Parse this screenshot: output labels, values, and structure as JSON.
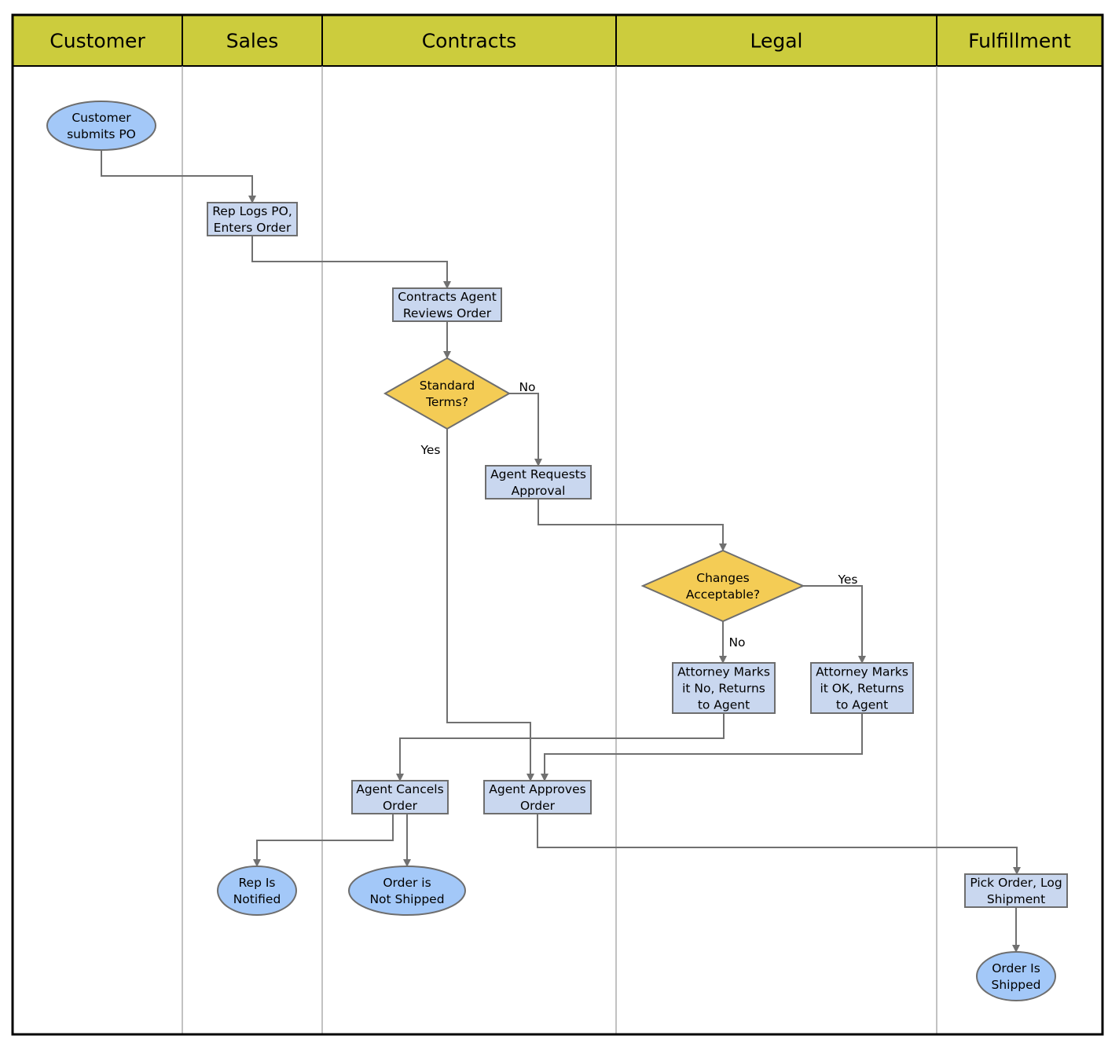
{
  "colors": {
    "header_fill": "#cccc3d",
    "process_fill": "#c9d7ef",
    "process_stroke": "#6e6e6e",
    "terminal_fill": "#a3c8f8",
    "decision_fill": "#f4cc55",
    "connector": "#707070",
    "frame": "#000000",
    "lane_divider": "#9a9a9a"
  },
  "lanes": [
    {
      "id": "customer",
      "title": "Customer"
    },
    {
      "id": "sales",
      "title": "Sales"
    },
    {
      "id": "contracts",
      "title": "Contracts"
    },
    {
      "id": "legal",
      "title": "Legal"
    },
    {
      "id": "fulfillment",
      "title": "Fulfillment"
    }
  ],
  "nodes": [
    {
      "id": "customer-submits-po",
      "shape": "terminal",
      "lane": "customer",
      "lines": [
        "Customer",
        "submits PO"
      ]
    },
    {
      "id": "rep-logs-po",
      "shape": "process",
      "lane": "sales",
      "lines": [
        "Rep Logs PO,",
        "Enters Order"
      ]
    },
    {
      "id": "contracts-agent-reviews",
      "shape": "process",
      "lane": "contracts",
      "lines": [
        "Contracts Agent",
        "Reviews Order"
      ]
    },
    {
      "id": "standard-terms",
      "shape": "decision",
      "lane": "contracts",
      "lines": [
        "Standard",
        "Terms?"
      ]
    },
    {
      "id": "agent-requests-approval",
      "shape": "process",
      "lane": "contracts",
      "lines": [
        "Agent Requests",
        "Approval"
      ]
    },
    {
      "id": "changes-acceptable",
      "shape": "decision",
      "lane": "legal",
      "lines": [
        "Changes",
        "Acceptable?"
      ]
    },
    {
      "id": "attorney-marks-no",
      "shape": "process",
      "lane": "legal",
      "lines": [
        "Attorney Marks",
        "it No, Returns",
        "to Agent"
      ]
    },
    {
      "id": "attorney-marks-ok",
      "shape": "process",
      "lane": "legal",
      "lines": [
        "Attorney Marks",
        "it OK, Returns",
        "to Agent"
      ]
    },
    {
      "id": "agent-cancels-order",
      "shape": "process",
      "lane": "contracts",
      "lines": [
        "Agent Cancels",
        "Order"
      ]
    },
    {
      "id": "agent-approves-order",
      "shape": "process",
      "lane": "contracts",
      "lines": [
        "Agent Approves",
        "Order"
      ]
    },
    {
      "id": "rep-is-notified",
      "shape": "terminal",
      "lane": "sales",
      "lines": [
        "Rep Is",
        "Notified"
      ]
    },
    {
      "id": "order-not-shipped",
      "shape": "terminal",
      "lane": "contracts",
      "lines": [
        "Order is",
        "Not Shipped"
      ]
    },
    {
      "id": "pick-order-log-shipment",
      "shape": "process",
      "lane": "fulfillment",
      "lines": [
        "Pick Order, Log",
        "Shipment"
      ]
    },
    {
      "id": "order-is-shipped",
      "shape": "terminal",
      "lane": "fulfillment",
      "lines": [
        "Order Is",
        "Shipped"
      ]
    }
  ],
  "edges": [
    {
      "from": "customer-submits-po",
      "to": "rep-logs-po",
      "label": ""
    },
    {
      "from": "rep-logs-po",
      "to": "contracts-agent-reviews",
      "label": ""
    },
    {
      "from": "contracts-agent-reviews",
      "to": "standard-terms",
      "label": ""
    },
    {
      "from": "standard-terms",
      "to": "agent-requests-approval",
      "label": "No"
    },
    {
      "from": "standard-terms",
      "to": "agent-approves-order",
      "label": "Yes"
    },
    {
      "from": "agent-requests-approval",
      "to": "changes-acceptable",
      "label": ""
    },
    {
      "from": "changes-acceptable",
      "to": "attorney-marks-no",
      "label": "No"
    },
    {
      "from": "changes-acceptable",
      "to": "attorney-marks-ok",
      "label": "Yes"
    },
    {
      "from": "attorney-marks-no",
      "to": "agent-cancels-order",
      "label": ""
    },
    {
      "from": "attorney-marks-ok",
      "to": "agent-approves-order",
      "label": ""
    },
    {
      "from": "agent-cancels-order",
      "to": "rep-is-notified",
      "label": ""
    },
    {
      "from": "agent-cancels-order",
      "to": "order-not-shipped",
      "label": ""
    },
    {
      "from": "agent-approves-order",
      "to": "pick-order-log-shipment",
      "label": ""
    },
    {
      "from": "pick-order-log-shipment",
      "to": "order-is-shipped",
      "label": ""
    }
  ]
}
